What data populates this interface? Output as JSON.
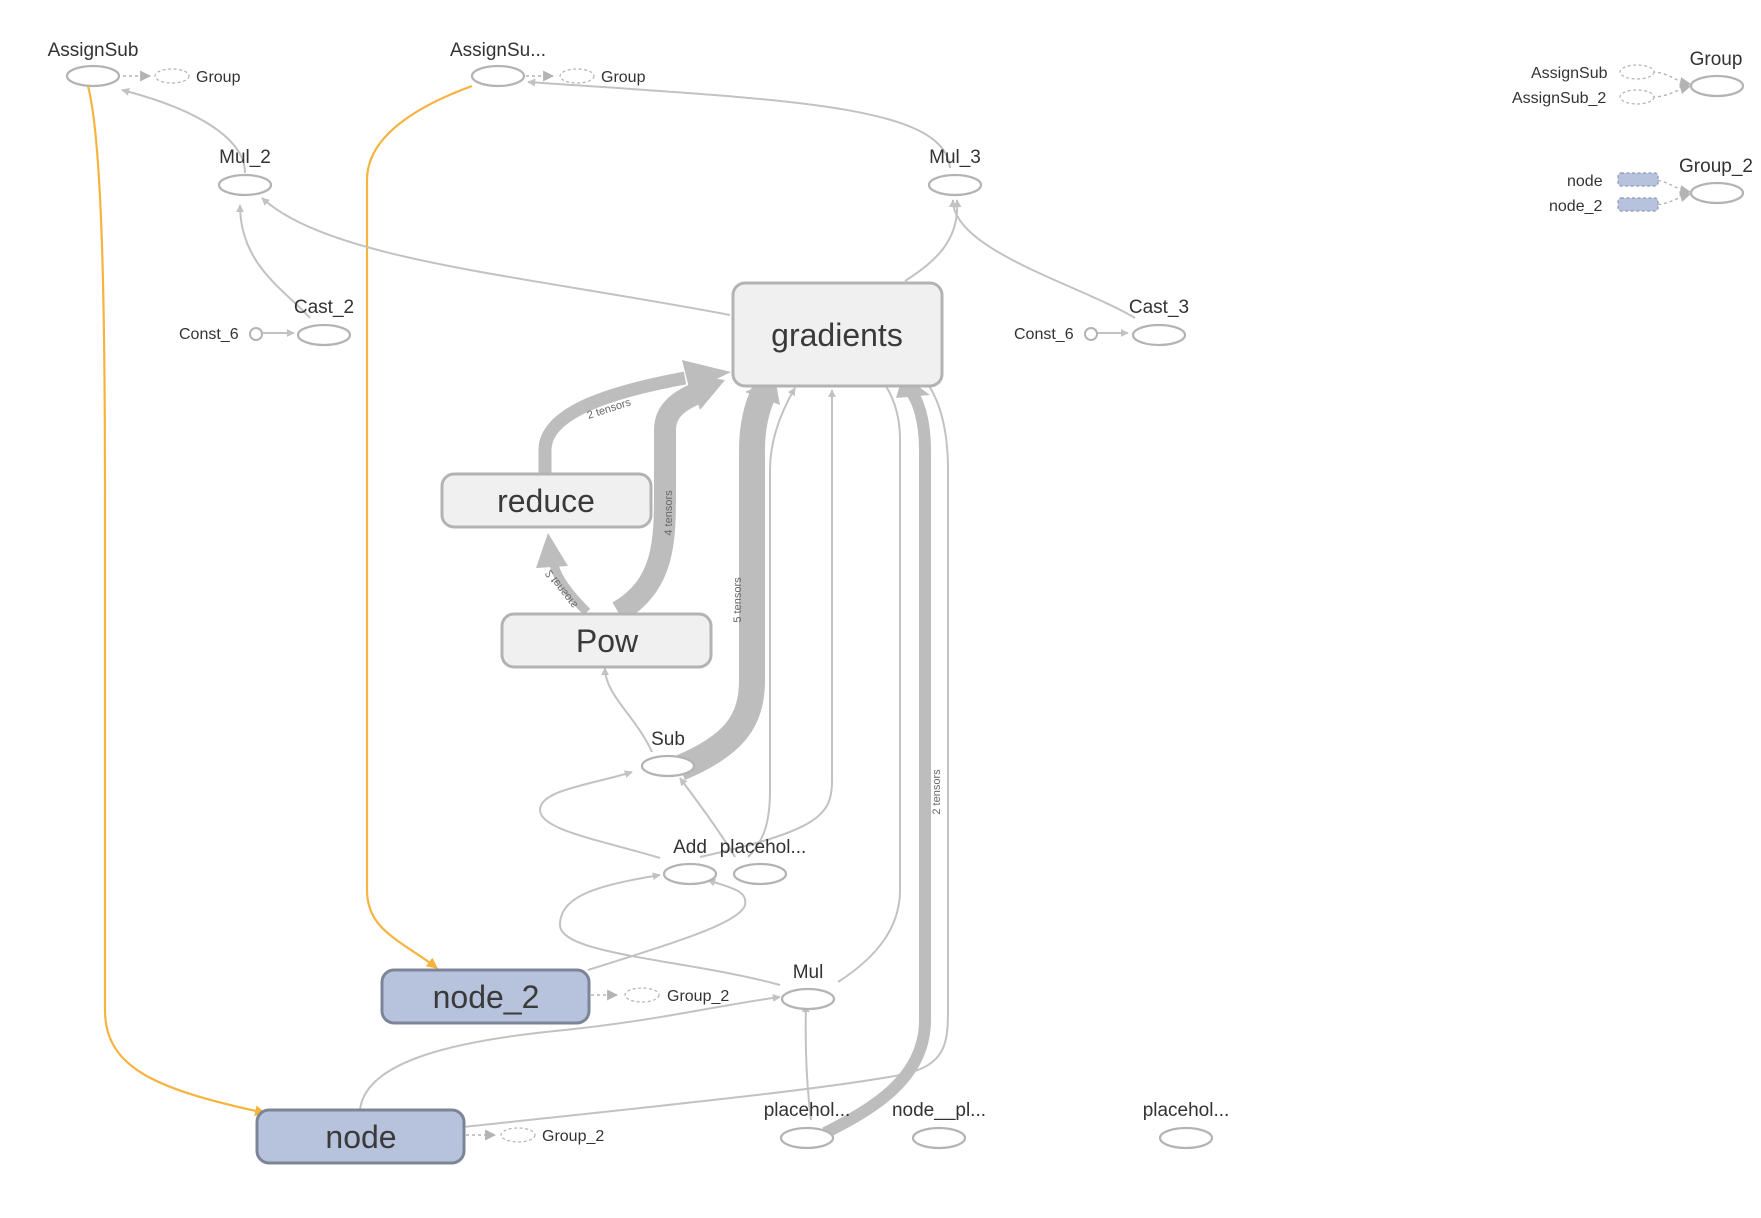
{
  "nodes": {
    "assignsub": "AssignSub",
    "assignsub_trunc": "AssignSu...",
    "group": "Group",
    "group_2": "Group_2",
    "mul_2": "Mul_2",
    "mul_3": "Mul_3",
    "cast_2": "Cast_2",
    "cast_3": "Cast_3",
    "const_6": "Const_6",
    "gradients": "gradients",
    "reduce": "reduce",
    "pow": "Pow",
    "sub": "Sub",
    "add": "Add",
    "placeholder_trunc": "placehol...",
    "mul": "Mul",
    "node_2": "node_2",
    "node": "node",
    "node_pl_trunc": "node__pl...",
    "assignsub_2": "AssignSub_2"
  },
  "edge_labels": {
    "two_tensors": "2 tensors",
    "four_tensors": "4 tensors",
    "five_tensors": "5 tensors"
  },
  "colors": {
    "ref_edge": "#f7b340",
    "data_edge": "#c2c2c2",
    "meta_fill": "#f0f0f0",
    "highlight_fill": "#b7c3dc",
    "stroke": "#b3b3b3"
  }
}
